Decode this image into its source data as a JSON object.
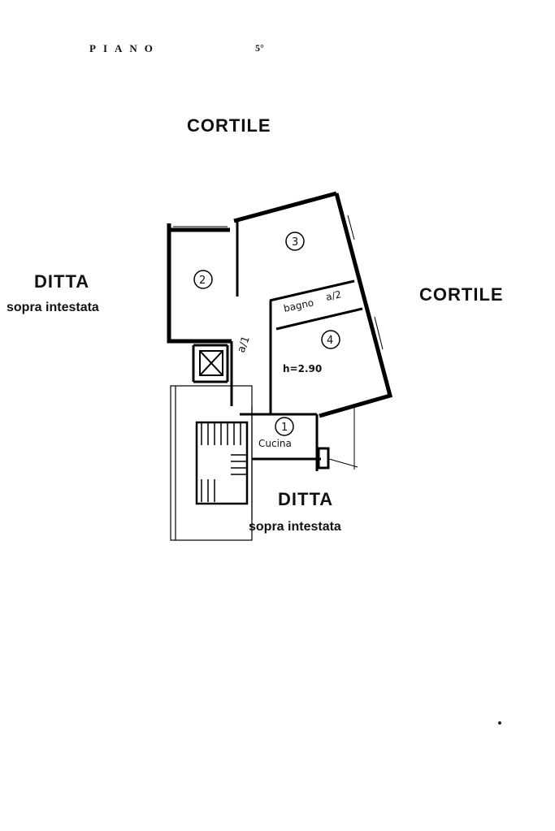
{
  "header": {
    "piano_label": "PIANO",
    "piano_number": "5°"
  },
  "surroundings": {
    "north": "CORTILE",
    "east": "CORTILE",
    "west_title": "DITTA",
    "west_sub": "sopra intestata",
    "south_title": "DITTA",
    "south_sub": "sopra intestata"
  },
  "rooms": {
    "r1": "1",
    "r1_name": "Cucina",
    "r2": "2",
    "r3": "3",
    "r4": "4",
    "bagno": "bagno",
    "bagno_num": "a/2",
    "height": "h=2.90",
    "corridor": "a/1"
  }
}
